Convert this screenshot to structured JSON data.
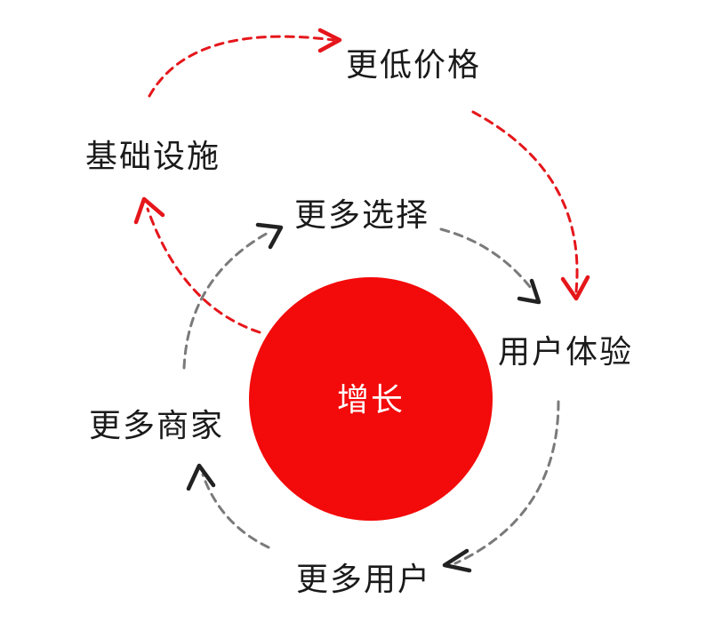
{
  "center": {
    "label": "增长",
    "color": "#f30a0a"
  },
  "nodes": {
    "cheaper_price": "更低价格",
    "infrastructure": "基础设施",
    "more_choice": "更多选择",
    "user_experience": "用户体验",
    "more_merchants": "更多商家",
    "more_users": "更多用户"
  },
  "colors": {
    "outer_loop": "#e5161b",
    "inner_loop": "#7a7a7a",
    "arrowhead": "#222222"
  }
}
